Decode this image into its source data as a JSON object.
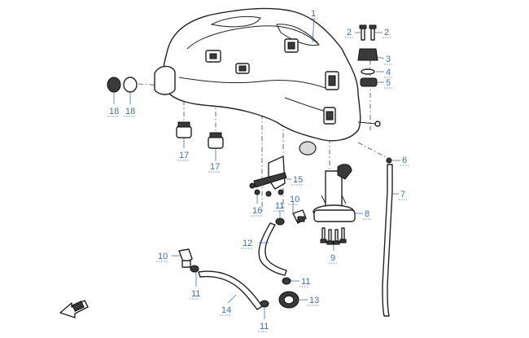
{
  "diagram": {
    "callouts": [
      "1",
      "2",
      "2",
      "3",
      "4",
      "5",
      "6",
      "7",
      "8",
      "9",
      "10",
      "10",
      "11",
      "11",
      "11",
      "11",
      "12",
      "13",
      "14",
      "15",
      "16",
      "17",
      "17",
      "18",
      "18"
    ]
  },
  "icons": {
    "orientation": "front-arrow-icon"
  }
}
